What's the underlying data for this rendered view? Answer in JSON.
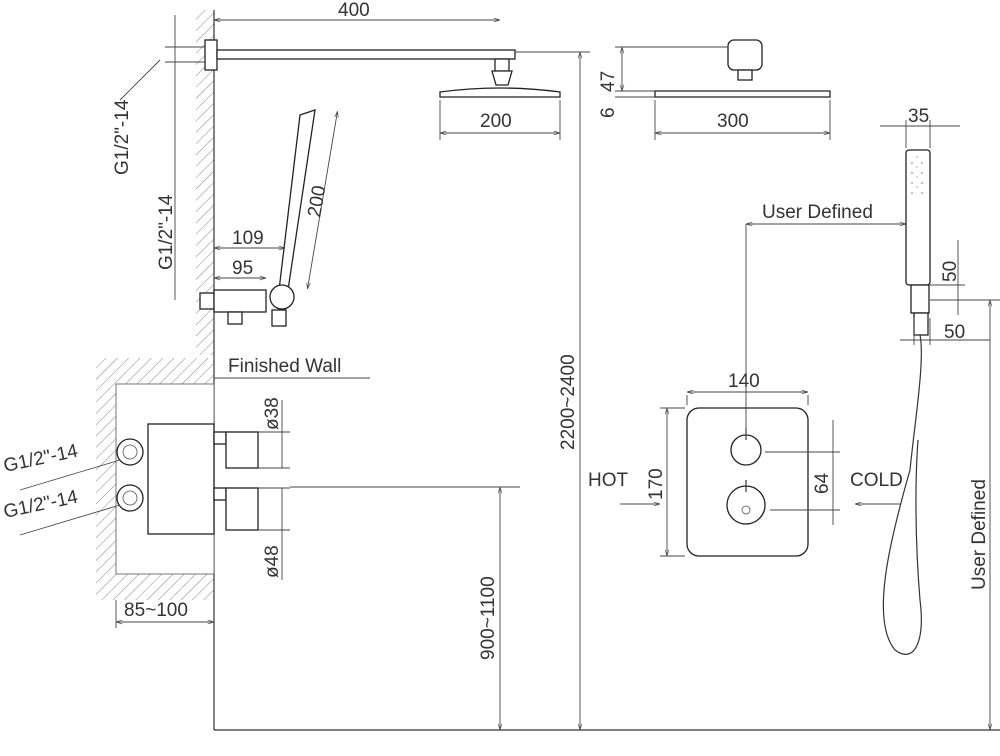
{
  "drawing": {
    "dims": {
      "arm_length": "400",
      "round_head": "200",
      "hand_length": "200",
      "outlet_offset_1": "109",
      "outlet_offset_2": "95",
      "square_head": "300",
      "head_height": "47",
      "head_thickness": "6",
      "hand_width": "35",
      "user_defined_h": "User Defined",
      "holder_height": "50",
      "holder_depth": "50",
      "plate_width": "140",
      "plate_height": "170",
      "knob_spacing": "64",
      "knob_small": "ø38",
      "knob_large": "ø48",
      "wall_depth": "85~100",
      "mixer_height": "900~1100",
      "head_mount_height": "2200~2400",
      "user_defined_v": "User Defined"
    },
    "threads": {
      "arm": "G1/2\"-14",
      "outlet": "G1/2\"-14",
      "inlet_hot": "G1/2\"-14",
      "inlet_cold": "G1/2\"-14"
    },
    "labels": {
      "finished_wall": "Finished Wall",
      "hot": "HOT",
      "cold": "COLD"
    }
  }
}
